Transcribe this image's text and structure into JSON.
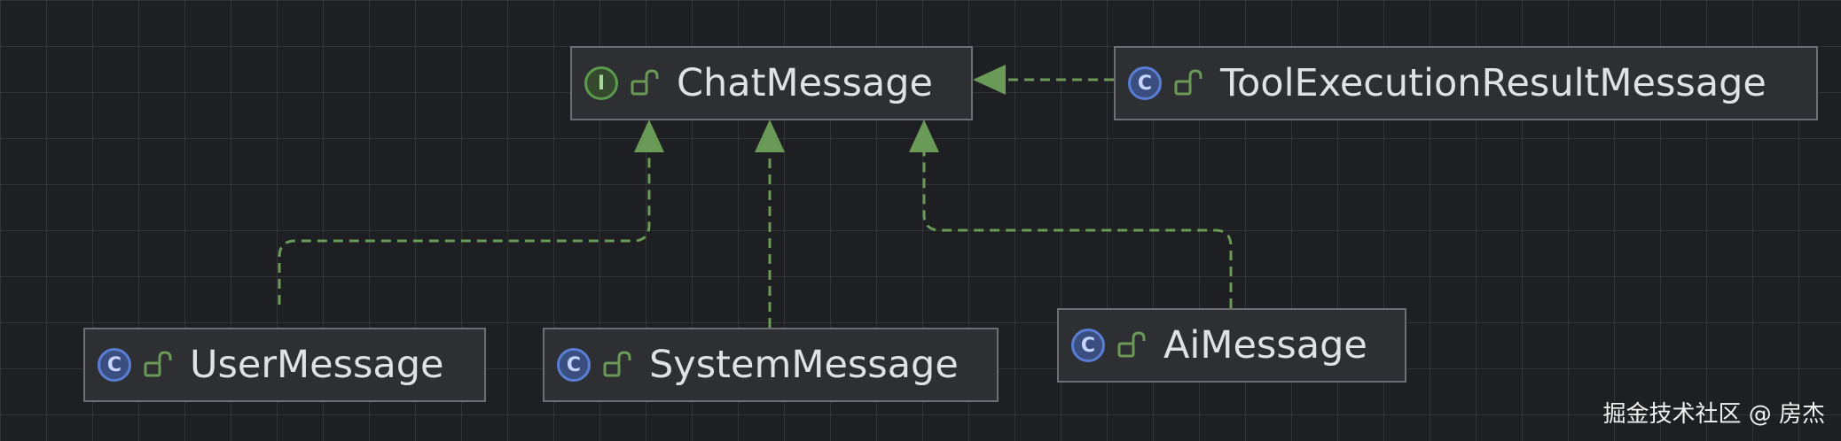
{
  "colors": {
    "edge": "#6a9a57",
    "node_bg": "#2d2f32",
    "node_border": "#6b6e73"
  },
  "nodes": {
    "chat_message": {
      "label": "ChatMessage",
      "kind": "interface",
      "icon": "interface-icon",
      "badge": "I"
    },
    "tool_execution_result_message": {
      "label": "ToolExecutionResultMessage",
      "kind": "class",
      "icon": "class-icon",
      "badge": "C"
    },
    "user_message": {
      "label": "UserMessage",
      "kind": "class",
      "icon": "class-icon",
      "badge": "C"
    },
    "system_message": {
      "label": "SystemMessage",
      "kind": "class",
      "icon": "class-icon",
      "badge": "C"
    },
    "ai_message": {
      "label": "AiMessage",
      "kind": "class",
      "icon": "class-icon",
      "badge": "C"
    }
  },
  "edges": [
    {
      "from": "tool_execution_result_message",
      "to": "chat_message",
      "type": "implements"
    },
    {
      "from": "user_message",
      "to": "chat_message",
      "type": "implements"
    },
    {
      "from": "system_message",
      "to": "chat_message",
      "type": "implements"
    },
    {
      "from": "ai_message",
      "to": "chat_message",
      "type": "implements"
    }
  ],
  "watermark": "掘金技术社区 @ 房杰"
}
